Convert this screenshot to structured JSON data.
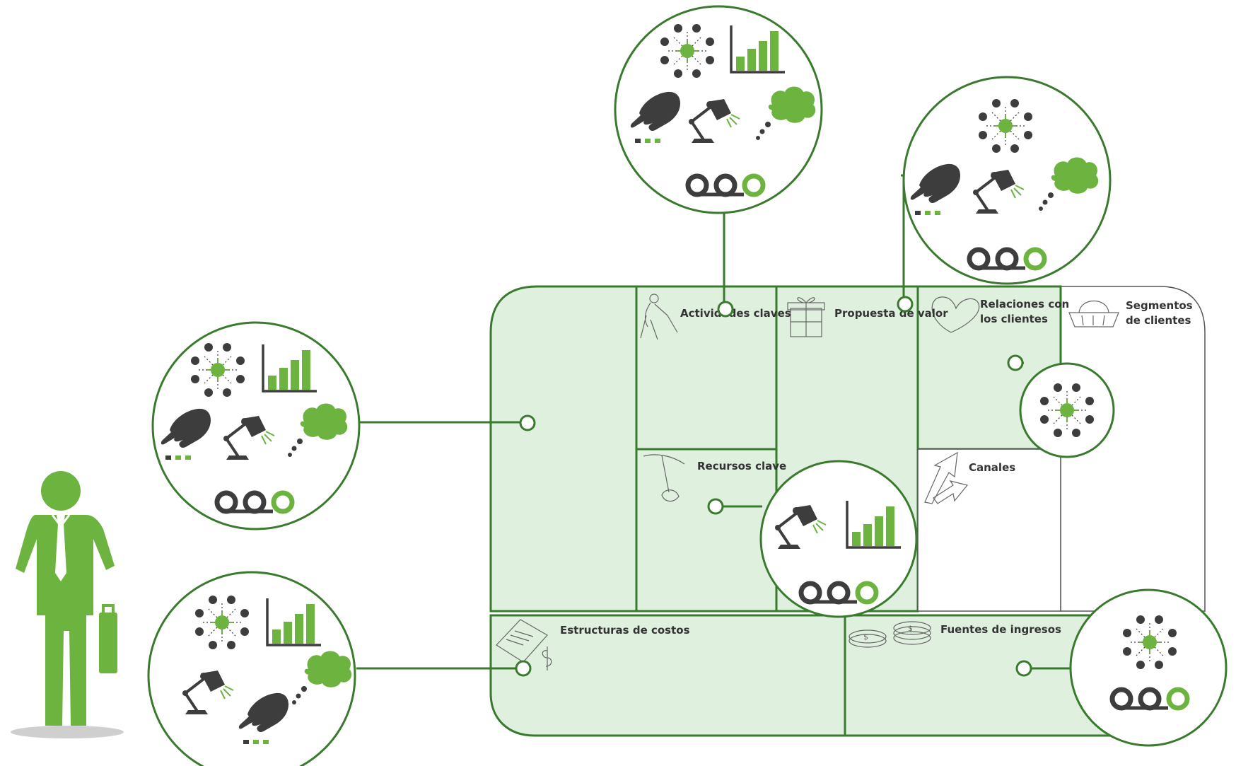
{
  "colors": {
    "green_dark": "#3a7a2e",
    "green_fill": "#dff0df",
    "green_icon": "#6cb33f",
    "gray_icon": "#3d3d3d",
    "outline_gray": "#555555"
  },
  "canvas": {
    "blocks": {
      "key_partners": {
        "label": ""
      },
      "key_activities": {
        "label": "Actividades claves"
      },
      "value_proposition": {
        "label": "Propuesta de valor"
      },
      "customer_relationships": {
        "label_line1": "Relaciones con",
        "label_line2": "los clientes"
      },
      "customer_segments": {
        "label_line1": "Segmentos",
        "label_line2": "de clientes"
      },
      "key_resources": {
        "label": "Recursos clave"
      },
      "channels": {
        "label": "Canales"
      },
      "cost_structure": {
        "label": "Estructuras de costos"
      },
      "revenue_streams": {
        "label": "Fuentes de ingresos"
      }
    }
  },
  "icons": [
    "person-with-briefcase-icon",
    "network-hub-icon",
    "bar-chart-icon",
    "pointing-hand-icon",
    "desk-lamp-icon",
    "thought-cloud-icon",
    "reel-progress-icon",
    "gardener-icon",
    "gift-box-icon",
    "heart-icon",
    "basket-icon",
    "pickaxe-icon",
    "arrows-icon",
    "receipt-icon",
    "coins-icon"
  ]
}
